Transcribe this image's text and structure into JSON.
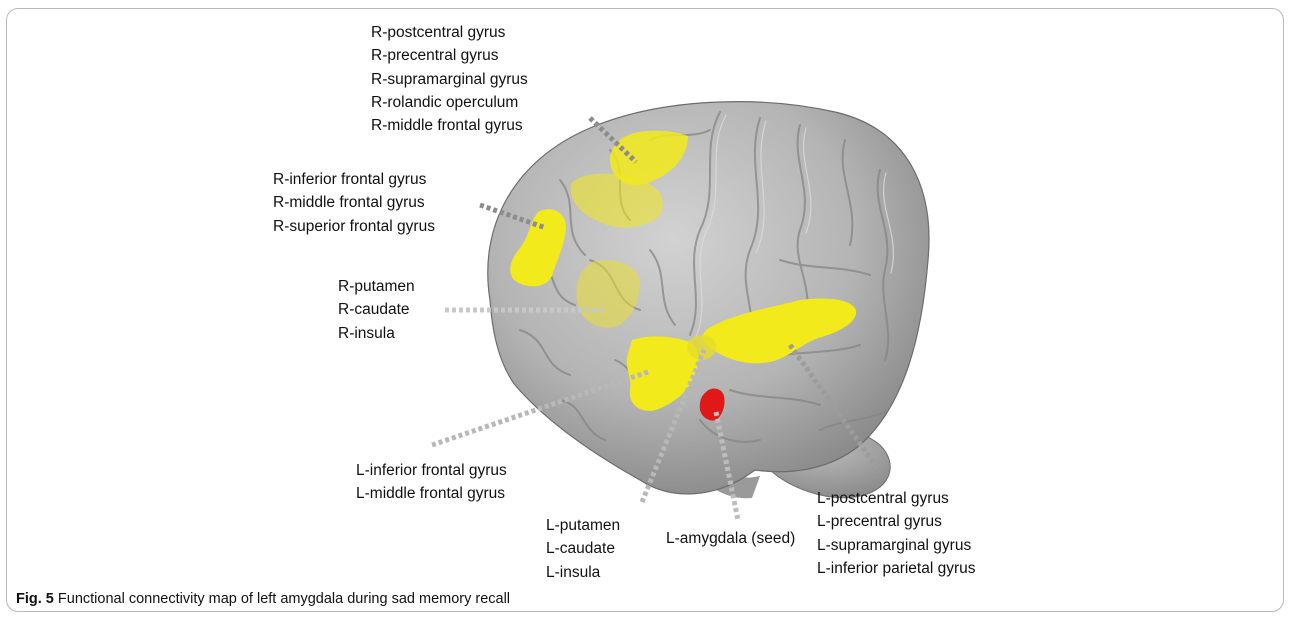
{
  "figure": {
    "caption_label": "Fig. 5",
    "caption_text": "Functional connectivity map of left amygdala during sad memory recall",
    "colors": {
      "brain": "#a4a4a4",
      "connectivity_cluster": "#f2ea1a",
      "seed_region": "#e11818",
      "leader_line": "#8c8c8c"
    },
    "labels": {
      "right_sensorimotor": [
        "R-postcentral gyrus",
        "R-precentral gyrus",
        "R-supramarginal gyrus",
        "R-rolandic operculum",
        "R-middle frontal gyrus"
      ],
      "right_frontal": [
        "R-inferior frontal gyrus",
        "R-middle frontal gyrus",
        "R-superior frontal gyrus"
      ],
      "right_striatum": [
        "R-putamen",
        "R-caudate",
        "R-insula"
      ],
      "left_frontal": [
        "L-inferior frontal gyrus",
        "L-middle frontal gyrus"
      ],
      "left_striatum": [
        "L-putamen",
        "L-caudate",
        "L-insula"
      ],
      "seed": [
        "L-amygdala (seed)"
      ],
      "left_sensorimotor": [
        "L-postcentral gyrus",
        "L-precentral gyrus",
        "L-supramarginal gyrus",
        "L-inferior parietal gyrus"
      ]
    }
  }
}
